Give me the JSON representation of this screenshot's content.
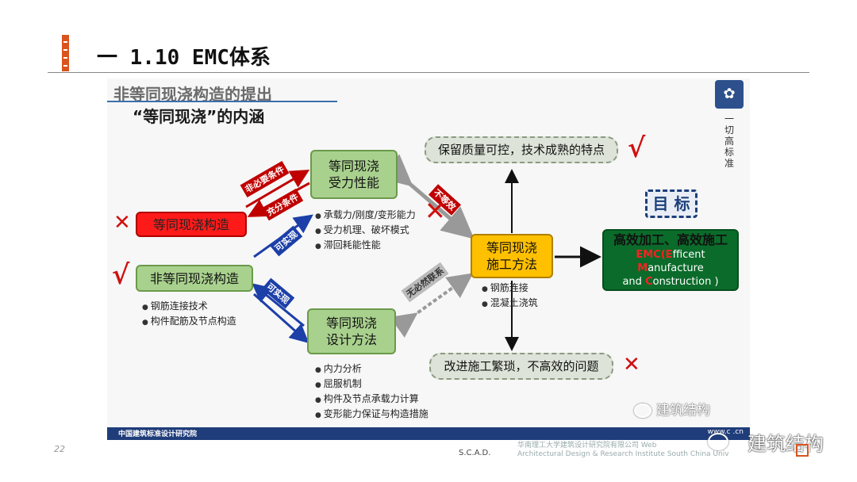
{
  "header": {
    "title": "一 1.10 EMC体系"
  },
  "slide": {
    "title": "非等同现浇构造的提出",
    "subtitle": "“等同现浇”的内涵",
    "logo_vertical": "一切高标准",
    "footer_left": "中国建筑标准设计研究院",
    "footer_url": "www.c  .cn"
  },
  "diagram": {
    "structure_nonequal": "等同现浇构造",
    "structure_equal_not": "非等同现浇构造",
    "mechanical": {
      "line1": "等同现浇",
      "line2": "受力性能"
    },
    "design": {
      "line1": "等同现浇",
      "line2": "设计方法"
    },
    "construction": {
      "line1": "等同现浇",
      "line2": "施工方法"
    },
    "quality_box": "保留质量可控，技术成熟的特点",
    "improve_box": "改进施工繁琐，不高效的问题",
    "goal_label": "目 标",
    "emc": {
      "head": "高效加工、高效施工",
      "line2_a": "EMC(",
      "line2_b": "E",
      "line2_c": "fficent ",
      "line2_d": "M",
      "line2_e": "anufacture",
      "line3_a": "and ",
      "line3_b": "C",
      "line3_c": "onstruction )"
    },
    "labels": {
      "unnecessary": "非必要条件",
      "sufficient": "充分条件",
      "realize1": "可实现",
      "realize2": "可实现",
      "not_equal": "不等效",
      "no_relation": "无必然联系"
    },
    "marks": {
      "cross": "✕",
      "check": "√"
    },
    "bullets_mechanical": [
      "承载力/刚度/变形能力",
      "受力机理、破坏模式",
      "滞回耗能性能"
    ],
    "bullets_structure": [
      "钢筋连接技术",
      "构件配筋及节点构造"
    ],
    "bullets_design": [
      "内力分析",
      "屈服机制",
      "构件及节点承载力计算",
      "变形能力保证与构造措施"
    ],
    "bullets_construction": [
      "钢筋连接",
      "混凝土浇筑"
    ]
  },
  "watermark": {
    "inner": "建筑结构",
    "outer": "建筑结构"
  },
  "footer": {
    "page_number": "22",
    "scad": "S.C.A.D.",
    "institute_line1": "华南理工大学建筑设计研究院有限公司    Web",
    "institute_line2": "Architectural Design & Research Institute South China Univ"
  },
  "colors": {
    "accent": "#d9541e",
    "green_box": "#a9d18e",
    "red_box": "#ff1a1a",
    "yellow_box": "#ffc000",
    "dark_green_box": "#0a6b2a",
    "blue_arrow": "#1c3fa8",
    "red_arrow": "#c00000"
  },
  "icons": [
    "wechat-watermark-icon",
    "logo-icon"
  ]
}
